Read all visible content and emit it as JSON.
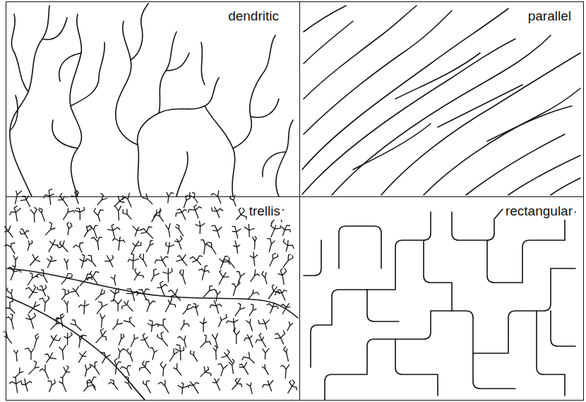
{
  "diagram": {
    "nodes": [
      {
        "text": [
          "dendritic"
        ]
      },
      {
        "text": [
          "parallel"
        ]
      },
      {
        "text": [
          "trellis"
        ]
      },
      {
        "text": [
          "rectangular"
        ]
      }
    ]
  }
}
